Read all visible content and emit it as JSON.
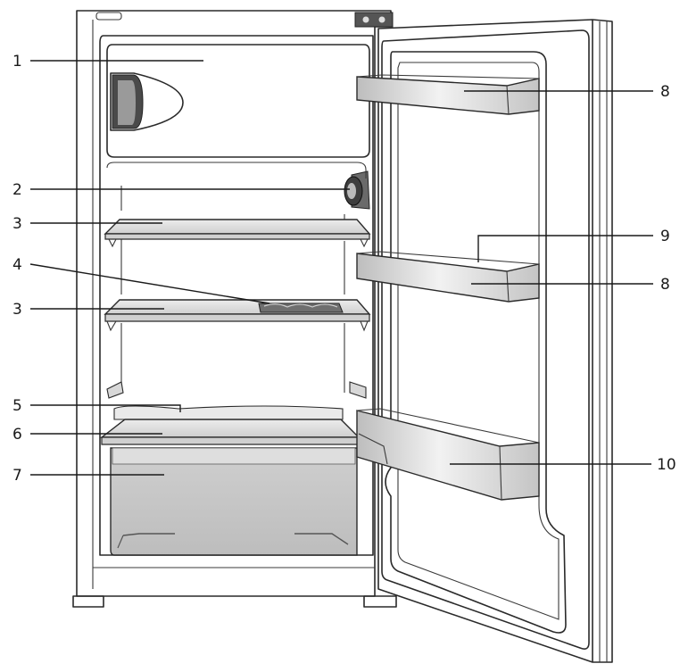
{
  "labels": {
    "l1": "1",
    "l2": "2",
    "l3a": "3",
    "l3b": "3",
    "l4": "4",
    "l5": "5",
    "l6": "6",
    "l7": "7",
    "l8a": "8",
    "l8b": "8",
    "l9": "9",
    "l10": "10"
  },
  "colors": {
    "line": "#1a1a1a",
    "shelf": "#e6e6e6",
    "drawer": "#c9c9c9",
    "door_bin": "#d9d9d9"
  }
}
